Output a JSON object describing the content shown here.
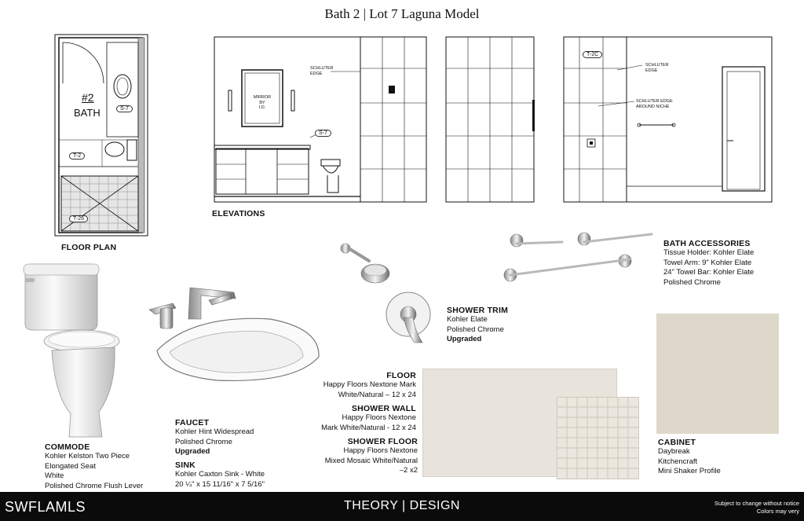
{
  "title": "Bath 2 | Lot 7 Laguna Model",
  "floor_plan": {
    "label": "FLOOR PLAN",
    "room_number": "#2",
    "room_name": "BATH",
    "tags": [
      "S-7",
      "T-2",
      "T-26"
    ]
  },
  "elevations": {
    "label": "ELEVATIONS",
    "mirror_text": [
      "MIRROR",
      "BY",
      "I.D."
    ],
    "notes": [
      "SCHLUTER EDGE",
      "SCHLUTER EDGE",
      "SCHLUTER EDGE AROUND NICHE"
    ],
    "tags": [
      "S-7",
      "T-2C"
    ]
  },
  "commode": {
    "heading": "COMMODE",
    "lines": [
      "Kohler Kelston Two Piece",
      "Elongated Seat",
      "White",
      "Polished Chrome Flush Lever"
    ]
  },
  "faucet": {
    "heading": "FAUCET",
    "lines": [
      "Kohler Hint Widespread",
      "Polished Chrome"
    ],
    "status": "Upgraded"
  },
  "sink": {
    "heading": "SINK",
    "lines": [
      "Kohler Caxton Sink - White",
      "20 ¼\" x 15 11/16\" x 7 5/16\""
    ]
  },
  "shower_trim": {
    "heading": "SHOWER TRIM",
    "lines": [
      "Kohler Elate",
      "Polished Chrome"
    ],
    "status": "Upgraded"
  },
  "bath_accessories": {
    "heading": "BATH ACCESSORIES",
    "lines": [
      "Tissue Holder: Kohler Elate",
      "Towel Arm: 9\" Kohler Elate",
      "24\" Towel Bar: Kohler Elate",
      "Polished Chrome"
    ]
  },
  "floor": {
    "heading": "FLOOR",
    "lines": [
      "Happy Floors Nextone Mark",
      "White/Natural – 12 x 24"
    ]
  },
  "shower_wall": {
    "heading": "SHOWER WALL",
    "lines": [
      "Happy Floors Nextone",
      "Mark White/Natural - 12 x 24"
    ]
  },
  "shower_floor": {
    "heading": "SHOWER FLOOR",
    "lines": [
      "Happy Floors Nextone",
      "Mixed Mosaic White/Natural",
      "–2 x2"
    ]
  },
  "cabinet": {
    "heading": "CABINET",
    "lines": [
      "Daybreak",
      "Kitchencraft",
      "Mini Shaker Profile"
    ]
  },
  "footer": {
    "watermark": "SWFLAMLS",
    "brand": "THEORY | DESIGN",
    "disclaimer": [
      "Subject to change without notice",
      "Colors may very"
    ]
  },
  "colors": {
    "footer_bg": "#0b0b0b",
    "tile_swatch": "#e9e4db",
    "mosaic_swatch": "#ebe7df",
    "cabinet_swatch": "#ddd8c9"
  }
}
